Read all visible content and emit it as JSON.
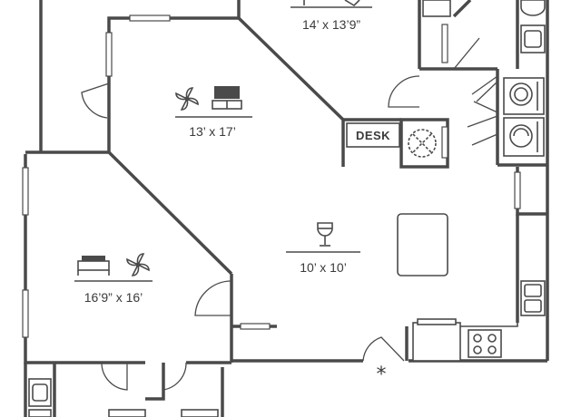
{
  "plan": {
    "rooms": [
      {
        "id": "top-room",
        "dimensions": "14’ x 13’9”"
      },
      {
        "id": "bedroom-upper",
        "dimensions": "13’ x 17’"
      },
      {
        "id": "living-room",
        "dimensions": "10’ x 10’"
      },
      {
        "id": "bedroom-lower",
        "dimensions": "16’9” x 16’"
      }
    ],
    "desk_label": "DESK",
    "entry_marker": "*",
    "icons": [
      "ceiling-fan-icon",
      "tv-icon",
      "wine-glass-icon",
      "bed-icon",
      "washer-icon",
      "dryer-icon",
      "sink-icon",
      "stove-icon"
    ],
    "colors": {
      "line": "#4a4a4a",
      "text": "#3a3a3a",
      "background": "#ffffff"
    }
  }
}
